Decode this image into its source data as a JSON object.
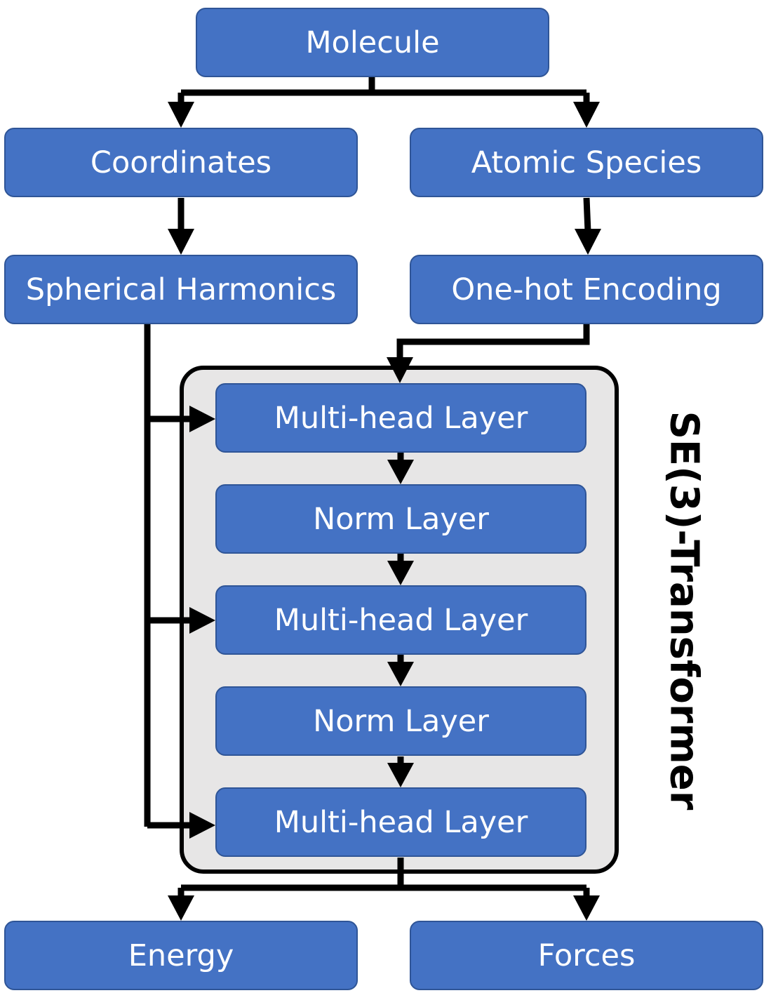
{
  "nodes": {
    "molecule": "Molecule",
    "coordinates": "Coordinates",
    "atomic_species": "Atomic Species",
    "spherical_harmonics": "Spherical Harmonics",
    "one_hot_encoding": "One-hot Encoding",
    "layers": [
      "Multi-head Layer",
      "Norm Layer",
      "Multi-head Layer",
      "Norm Layer",
      "Multi-head Layer"
    ],
    "energy": "Energy",
    "forces": "Forces"
  },
  "group_label": "SE(3)-Transformer",
  "colors": {
    "box_fill": "#4472c4",
    "box_border": "#2f5597",
    "container_fill": "#e7e6e6",
    "arrows": "#000000"
  }
}
